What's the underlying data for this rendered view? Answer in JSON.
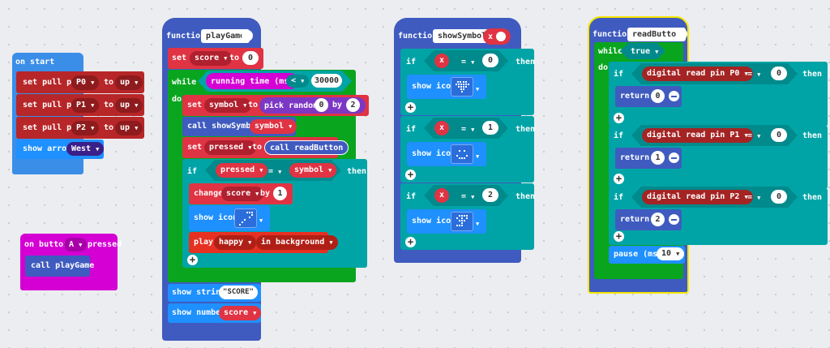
{
  "colors": {
    "events": "#3b8ee8",
    "pins": "#b72628",
    "functions": "#3f5bbf",
    "variables": "#e03343",
    "loops": "#0aa51f",
    "logic": "#00a4a6",
    "basic": "#1e90ff",
    "music": "#e63022",
    "math": "#7c37c4",
    "input": "#d400d4",
    "readpin": "#a42424"
  },
  "on_start": {
    "header": "on start",
    "rows": [
      {
        "text": "set pull pin",
        "pin": "P0",
        "to": "to",
        "mode": "up"
      },
      {
        "text": "set pull pin",
        "pin": "P1",
        "to": "to",
        "mode": "up"
      },
      {
        "text": "set pull pin",
        "pin": "P2",
        "to": "to",
        "mode": "up"
      }
    ],
    "arrow_label": "show arrow",
    "arrow_value": "West"
  },
  "on_button": {
    "prefix": "on button",
    "button": "A",
    "suffix": "pressed",
    "call": "call playGame"
  },
  "playgame": {
    "header": "function",
    "name": "playGame",
    "set": "set",
    "var_score": "score",
    "to": "to",
    "zero": "0",
    "while": "while",
    "running_time": "running time (ms)",
    "lt": "<",
    "limit": "30000",
    "do": "do",
    "var_symbol": "symbol",
    "pick_random": "pick random",
    "rand_from": "0",
    "rand_to": "2",
    "call_show": "call showSymbol",
    "var_pressed": "pressed",
    "call_read": "call readButton",
    "if": "if",
    "eq": "=",
    "then": "then",
    "change": "change",
    "by": "by",
    "one": "1",
    "show_icon": "show icon",
    "play": "play",
    "melody": "happy",
    "bg": "in background",
    "show_string": "show string",
    "string_val": "\"SCORE\"",
    "show_number": "show number"
  },
  "showsymbol": {
    "header": "function",
    "name": "showSymbol",
    "param": "x",
    "if": "if",
    "eq": "=",
    "then": "then",
    "show_icon": "show icon",
    "branches": [
      "0",
      "1",
      "2"
    ]
  },
  "readbutton": {
    "header": "function",
    "name": "readButton",
    "while": "while",
    "true": "true",
    "do": "do",
    "if": "if",
    "read": "digital read pin",
    "eq": "=",
    "then": "then",
    "return": "return",
    "branches": [
      {
        "pin": "P0",
        "cmp": "0",
        "ret": "0"
      },
      {
        "pin": "P1",
        "cmp": "0",
        "ret": "1"
      },
      {
        "pin": "P2",
        "cmp": "0",
        "ret": "2"
      }
    ],
    "pause": "pause (ms)",
    "pause_val": "10"
  }
}
